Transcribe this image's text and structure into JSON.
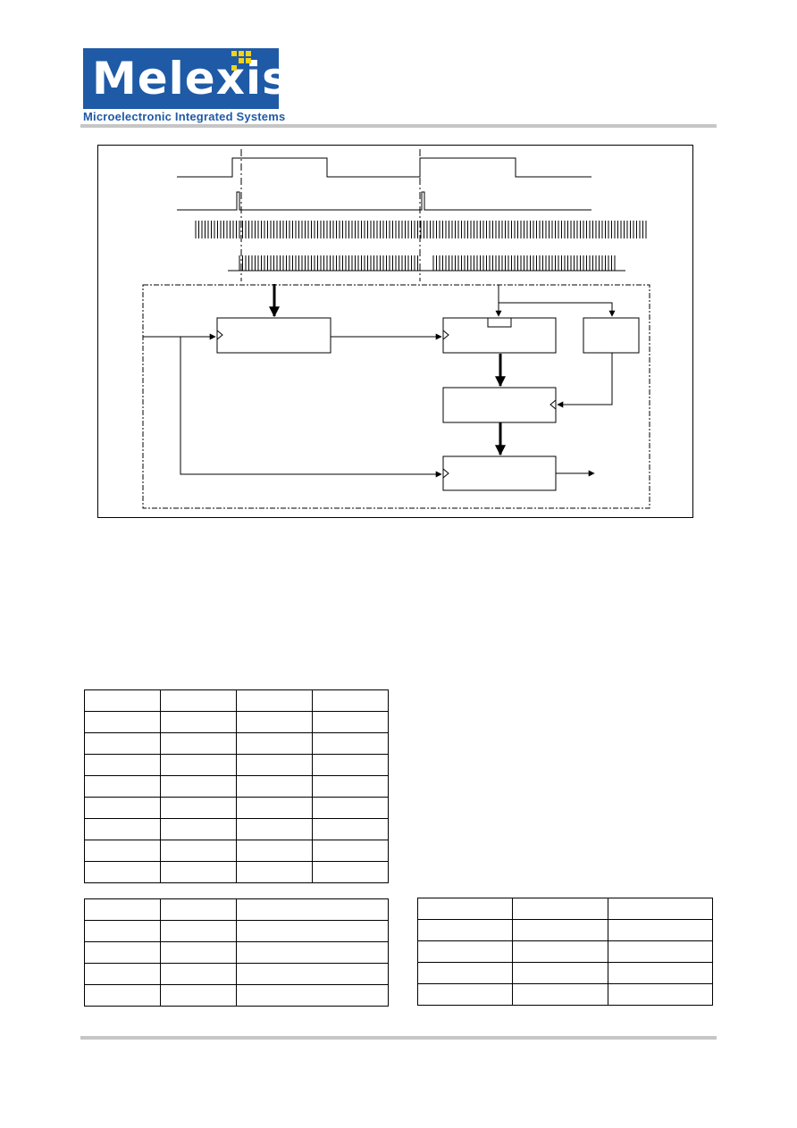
{
  "header": {
    "company": "Melexis",
    "tagline": "Microelectronic Integrated Systems",
    "brand_color": "#1f5aa6",
    "dot_color": "#f2d21b"
  },
  "figure": {
    "signals": [
      "pulse-train-a",
      "pulse-train-b",
      "clock-continuous",
      "clock-gated"
    ],
    "blocks": [
      "block-1",
      "block-2",
      "block-3",
      "block-4",
      "block-5"
    ]
  },
  "tables": {
    "table1": {
      "cols": 4,
      "rows": 9
    },
    "table2": {
      "cols": 3,
      "rows": 5
    },
    "table3": {
      "cols": 3,
      "rows": 5
    }
  }
}
